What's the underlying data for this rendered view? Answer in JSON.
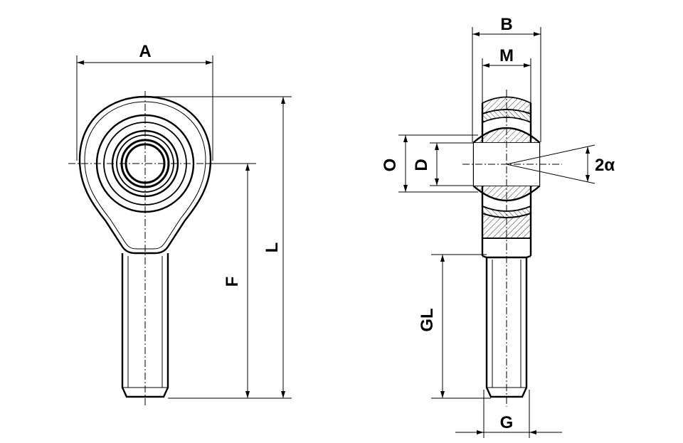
{
  "labels": {
    "A": "A",
    "L": "L",
    "F": "F",
    "B": "B",
    "M": "M",
    "O": "O",
    "D": "D",
    "angle": "2α",
    "GL": "GL",
    "G": "G"
  }
}
